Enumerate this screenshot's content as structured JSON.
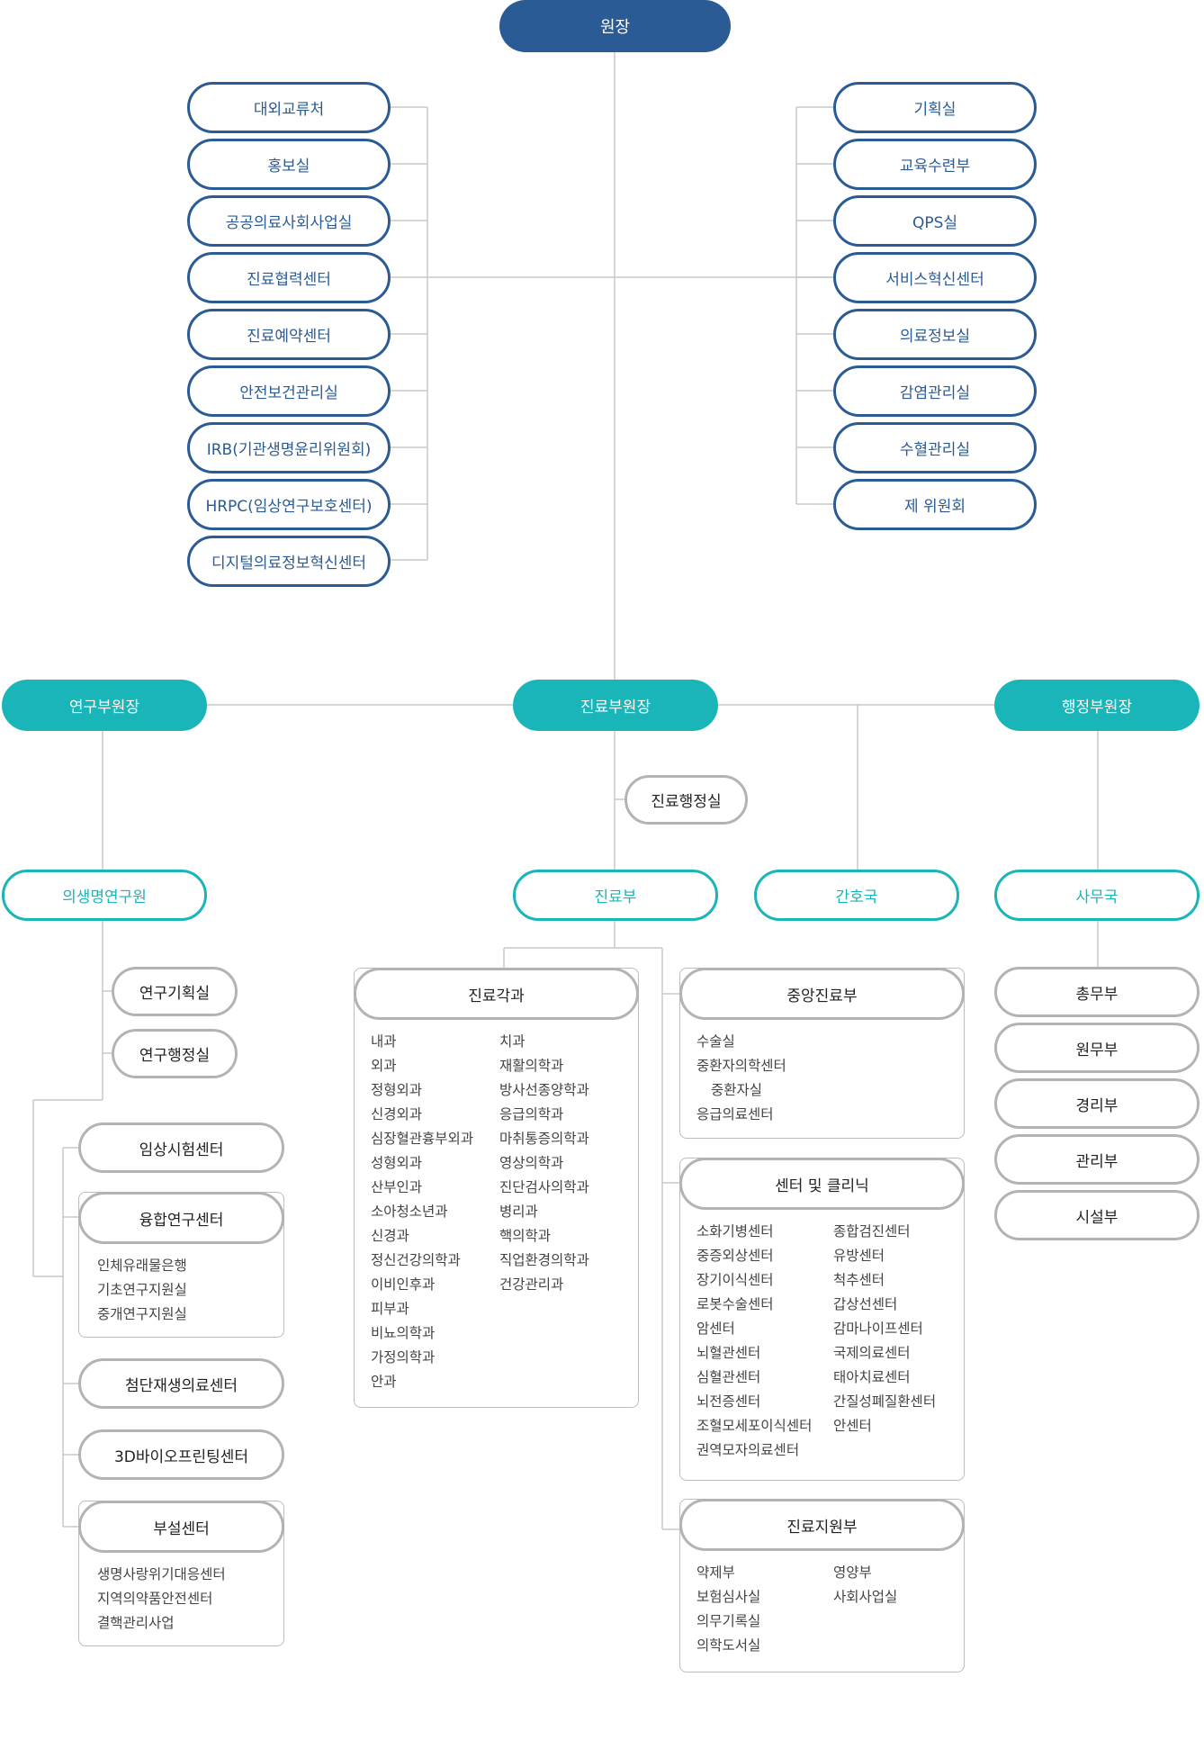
{
  "director": "원장",
  "left_offices": [
    "대외교류처",
    "홍보실",
    "공공의료사회사업실",
    "진료협력센터",
    "진료예약센터",
    "안전보건관리실",
    "IRB(기관생명윤리위원회)",
    "HRPC(임상연구보호센터)",
    "디지털의료정보혁신센터"
  ],
  "right_offices": [
    "기획실",
    "교육수련부",
    "QPS실",
    "서비스혁신센터",
    "의료정보실",
    "감염관리실",
    "수혈관리실",
    "제 위원회"
  ],
  "vice": {
    "research": "연구부원장",
    "medical": "진료부원장",
    "admin": "행정부원장"
  },
  "medical_admin_office": "진료행정실",
  "divisions": {
    "institute": "의생명연구원",
    "medical": "진료부",
    "nursing": "간호국",
    "admin": "사무국"
  },
  "research": {
    "planning": "연구기획실",
    "administration": "연구행정실",
    "clinical_trial": "임상시험센터",
    "convergence": {
      "title": "융합연구센터",
      "items": [
        "인체유래물은행",
        "기초연구지원실",
        "중개연구지원실"
      ]
    },
    "regenerative": "첨단재생의료센터",
    "bioprinting": "3D바이오프린팅센터",
    "affiliated": {
      "title": "부설센터",
      "items": [
        "생명사랑위기대응센터",
        "지역의약품안전센터",
        "결핵관리사업"
      ]
    }
  },
  "departments": {
    "title": "진료각과",
    "col1": [
      "내과",
      "외과",
      "정형외과",
      "신경외과",
      "심장혈관흉부외과",
      "성형외과",
      "산부인과",
      "소아청소년과",
      "신경과",
      "정신건강의학과",
      "이비인후과",
      "피부과",
      "비뇨의학과",
      "가정의학과",
      "안과"
    ],
    "col2": [
      "치과",
      "재활의학과",
      "방사선종양학과",
      "응급의학과",
      "마취통증의학과",
      "영상의학과",
      "진단검사의학과",
      "병리과",
      "핵의학과",
      "직업환경의학과",
      "건강관리과"
    ]
  },
  "central": {
    "title": "중앙진료부",
    "items": [
      "수술실",
      "중환자의학센터",
      "중환자실",
      "응급의료센터"
    ]
  },
  "centers": {
    "title": "센터 및 클리닉",
    "col1": [
      "소화기병센터",
      "중증외상센터",
      "장기이식센터",
      "로봇수술센터",
      "암센터",
      "뇌혈관센터",
      "심혈관센터",
      "뇌전증센터",
      "조혈모세포이식센터",
      "권역모자의료센터"
    ],
    "col2": [
      "종합검진센터",
      "유방센터",
      "척추센터",
      "갑상선센터",
      "감마나이프센터",
      "국제의료센터",
      "태아치료센터",
      "간질성폐질환센터",
      "안센터"
    ]
  },
  "support": {
    "title": "진료지원부",
    "col1": [
      "약제부",
      "보험심사실",
      "의무기록실",
      "의학도서실"
    ],
    "col2": [
      "영양부",
      "사회사업실"
    ]
  },
  "admin_depts": [
    "총무부",
    "원무부",
    "경리부",
    "관리부",
    "시설부"
  ],
  "colors": {
    "navy": "#2b5b94",
    "teal": "#19b5b9",
    "gray_border": "#b3b3b3",
    "line": "#c8c8c8"
  }
}
